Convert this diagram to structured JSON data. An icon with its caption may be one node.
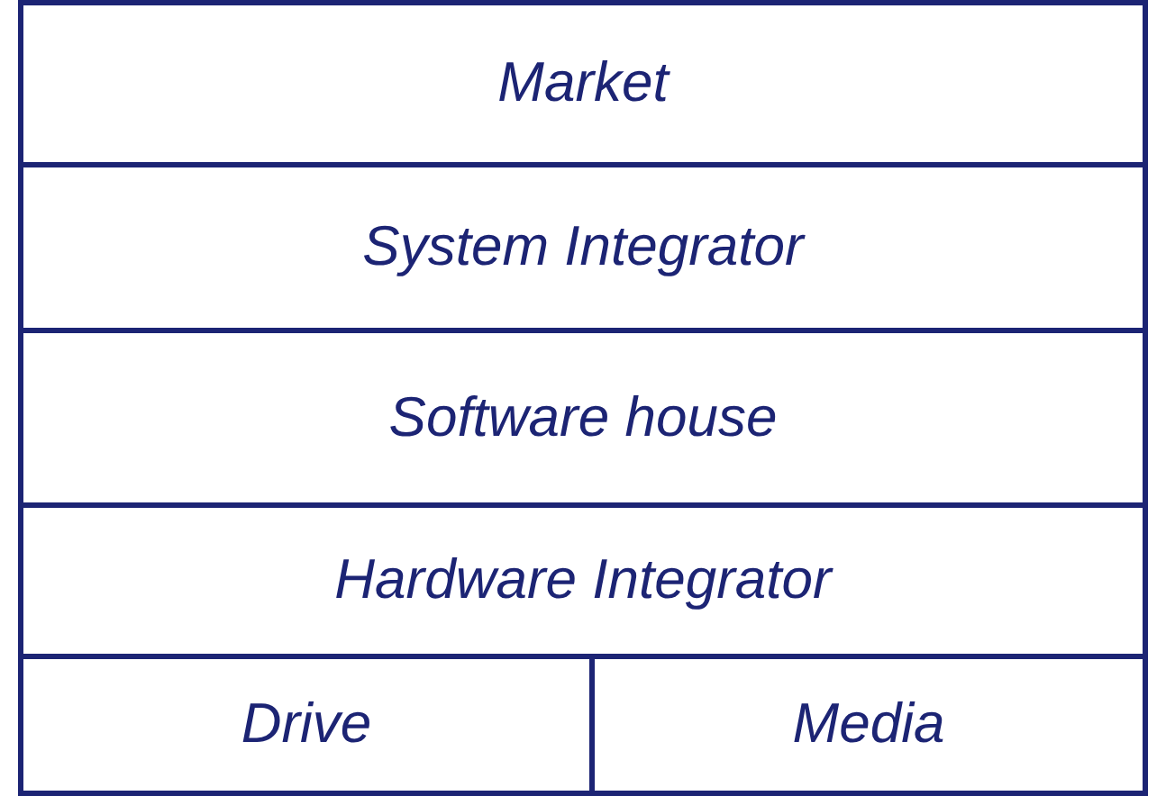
{
  "diagram": {
    "nodes": [
      {
        "text": [
          "Market"
        ]
      },
      {
        "text": [
          "System Integrator"
        ]
      },
      {
        "text": [
          "Software house"
        ]
      },
      {
        "text": [
          "Hardware Integrator"
        ]
      },
      {
        "text": [
          "Drive"
        ]
      },
      {
        "text": [
          "Media"
        ]
      }
    ]
  }
}
